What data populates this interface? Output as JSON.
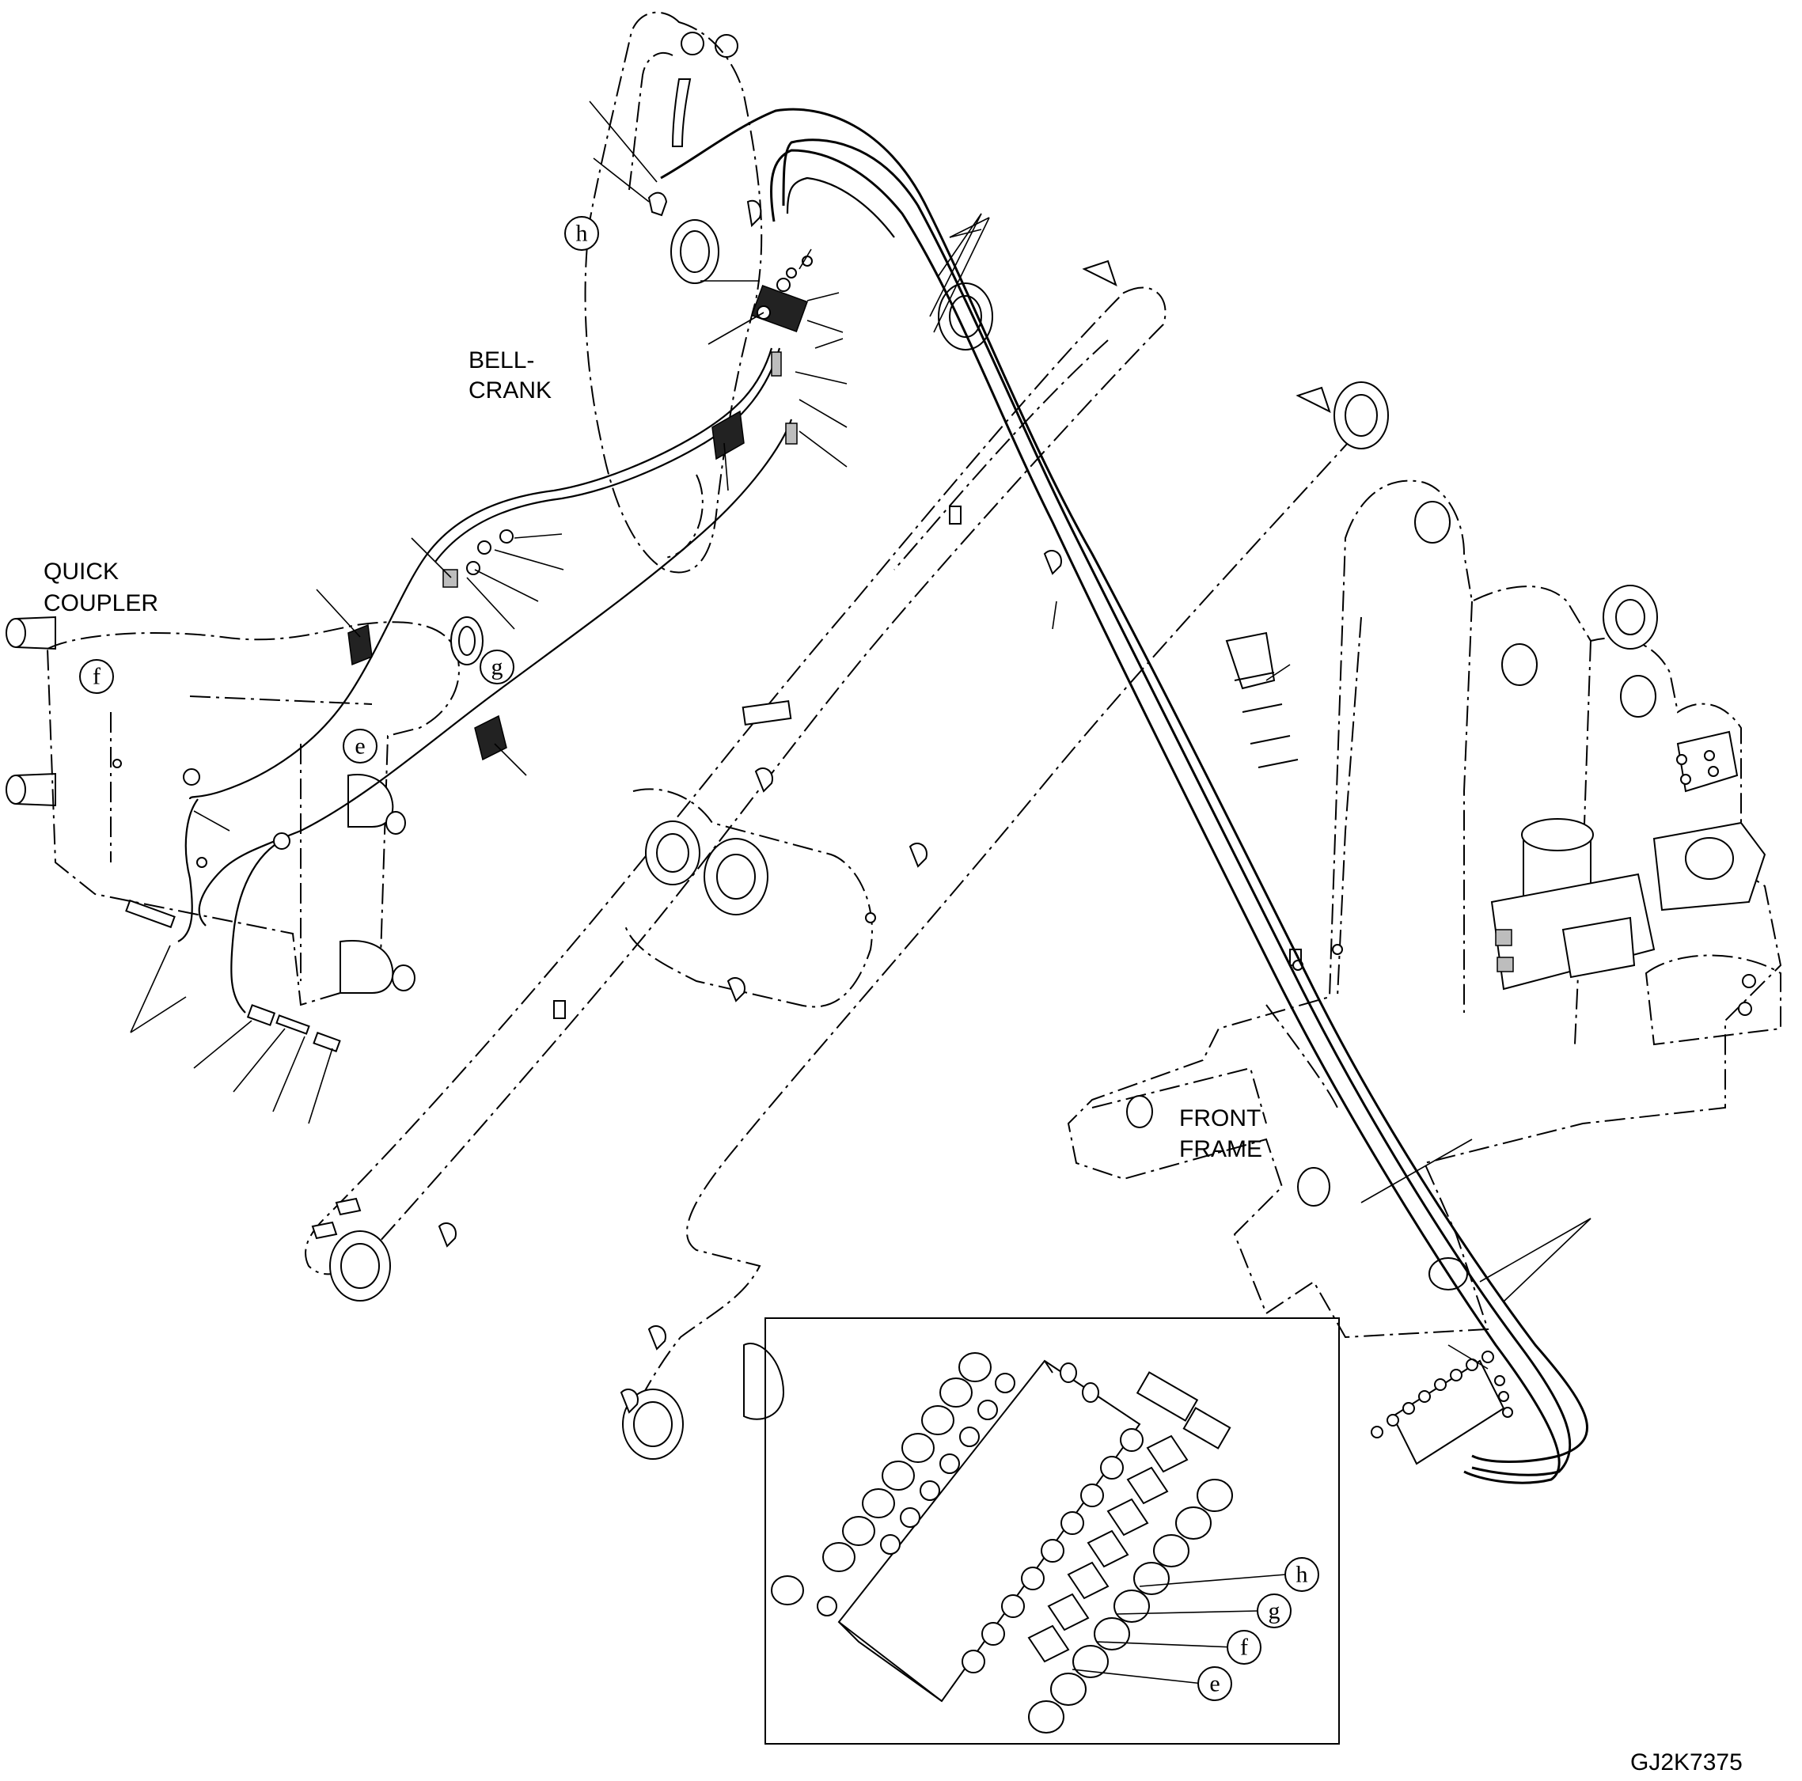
{
  "labels": {
    "bellcrank_line1": "BELL-",
    "bellcrank_line2": "CRANK",
    "quick_coupler_line1": "QUICK",
    "quick_coupler_line2": "COUPLER",
    "front_frame_line1": "FRONT",
    "front_frame_line2": "FRAME",
    "drawing_number": "GJ2K7375"
  },
  "circle_markers": {
    "h_top": "h",
    "f_left": "f",
    "g_coupler": "g",
    "e_coupler": "e",
    "h_inset": "h",
    "g_inset": "g",
    "f_inset": "f",
    "e_inset": "e"
  }
}
